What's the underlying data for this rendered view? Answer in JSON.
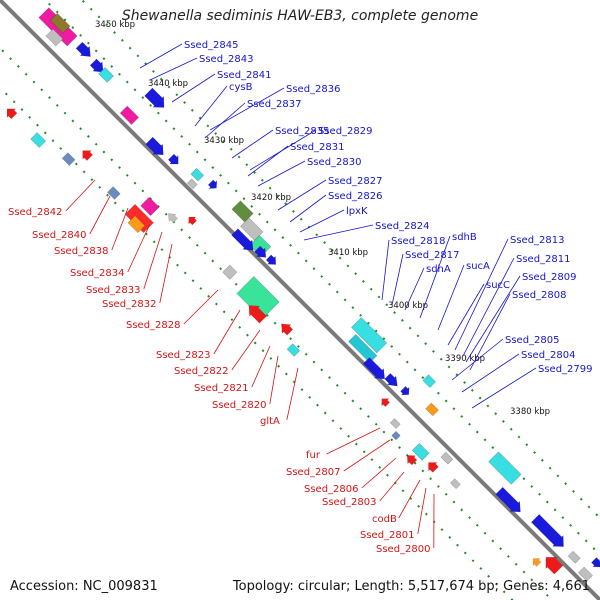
{
  "title": "Shewanella sediminis HAW-EB3, complete genome",
  "accession": "Accession: NC_009831",
  "topology": "Topology: circular; Length: 5,517,674 bp; Genes: 4,661",
  "colors": {
    "forward_label": "#1515c8",
    "reverse_label": "#d41414",
    "backbone": "#7a7a7a",
    "tick": "#1e8c1e"
  },
  "kbp_marks": [
    "3450 kbp",
    "3440 kbp",
    "3430 kbp",
    "3420 kbp",
    "3410 kbp",
    "3400 kbp",
    "3390 kbp",
    "3380 kbp"
  ],
  "forward_labels": [
    "Ssed_2845",
    "Ssed_2843",
    "Ssed_2841",
    "cysB",
    "Ssed_2836",
    "Ssed_2837",
    "Ssed_2835",
    "Ssed_2829",
    "Ssed_2831",
    "Ssed_2830",
    "Ssed_2827",
    "Ssed_2826",
    "lpxK",
    "Ssed_2824",
    "Ssed_2818",
    "sdhB",
    "Ssed_2813",
    "Ssed_2817",
    "sdhA",
    "sucA",
    "Ssed_2811",
    "Ssed_2809",
    "sucC",
    "Ssed_2808",
    "Ssed_2805",
    "Ssed_2804",
    "Ssed_2799"
  ],
  "reverse_labels": [
    "Ssed_2842",
    "Ssed_2840",
    "Ssed_2838",
    "Ssed_2834",
    "Ssed_2833",
    "Ssed_2832",
    "Ssed_2828",
    "Ssed_2823",
    "Ssed_2822",
    "Ssed_2821",
    "Ssed_2820",
    "gltA",
    "fur",
    "Ssed_2807",
    "Ssed_2806",
    "Ssed_2803",
    "codB",
    "Ssed_2801",
    "Ssed_2800"
  ]
}
